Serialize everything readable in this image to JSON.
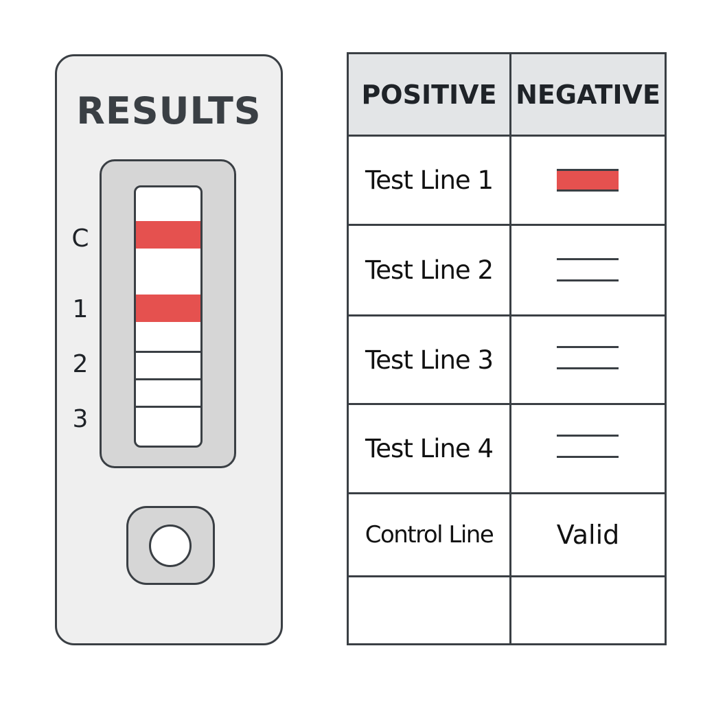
{
  "cassette": {
    "title": "RESULTS",
    "markers": [
      "C",
      "1",
      "2",
      "3"
    ],
    "band_color": "#e5514f",
    "bands_visible": [
      "C",
      "1"
    ]
  },
  "table": {
    "headers": [
      "POSITIVE",
      "NEGATIVE"
    ],
    "rows": [
      {
        "label": "Test Line 1",
        "indicator": "red-band"
      },
      {
        "label": "Test Line 2",
        "indicator": "double-line"
      },
      {
        "label": "Test Line 3",
        "indicator": "double-line"
      },
      {
        "label": "Test Line 4",
        "indicator": "double-line"
      },
      {
        "label": "Control Line",
        "value": "Valid"
      },
      {
        "label": "",
        "value": ""
      }
    ]
  }
}
